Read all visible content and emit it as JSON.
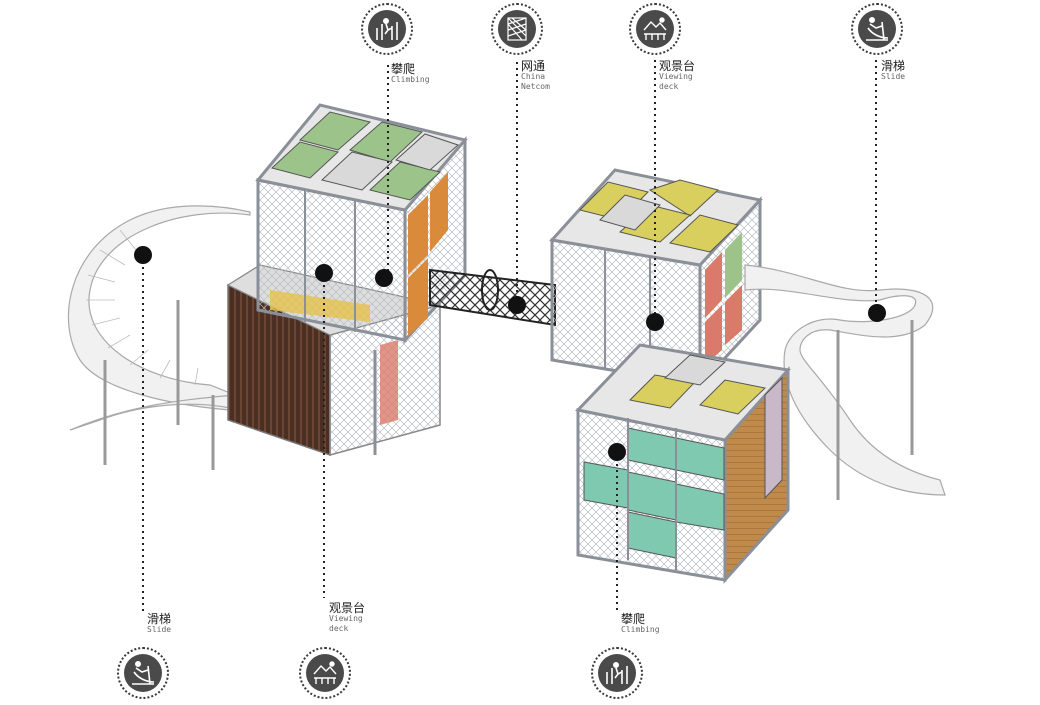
{
  "callouts_top": [
    {
      "id": "climbing-top",
      "cn": "攀爬",
      "en": [
        "Climbing"
      ],
      "icon": "climbing-icon"
    },
    {
      "id": "netcom-top",
      "cn": "网通",
      "en": [
        "China",
        "Netcom"
      ],
      "icon": "net-icon"
    },
    {
      "id": "viewing-top",
      "cn": "观景台",
      "en": [
        "Viewing",
        "deck"
      ],
      "icon": "viewing-deck-icon"
    },
    {
      "id": "slide-top",
      "cn": "滑梯",
      "en": [
        "Slide"
      ],
      "icon": "slide-icon"
    }
  ],
  "callouts_bottom": [
    {
      "id": "slide-bottom",
      "cn": "滑梯",
      "en": [
        "Slide"
      ],
      "icon": "slide-icon"
    },
    {
      "id": "viewing-bottom",
      "cn": "观景台",
      "en": [
        "Viewing",
        "deck"
      ],
      "icon": "viewing-deck-icon"
    },
    {
      "id": "climbing-bottom",
      "cn": "攀爬",
      "en": [
        "Climbing"
      ],
      "icon": "climbing-icon"
    }
  ],
  "colors": {
    "frame": "#8a8f98",
    "mesh": "#c9ccd2",
    "green": "#9cc48a",
    "yellow": "#d9cf5e",
    "orange": "#d98a3a",
    "red": "#d97a6a",
    "teal": "#7fc9b0",
    "wood": "#5a3a2a",
    "slide": "#eeeeee",
    "icon_bg": "#4a4a4a",
    "line": "#222222"
  }
}
